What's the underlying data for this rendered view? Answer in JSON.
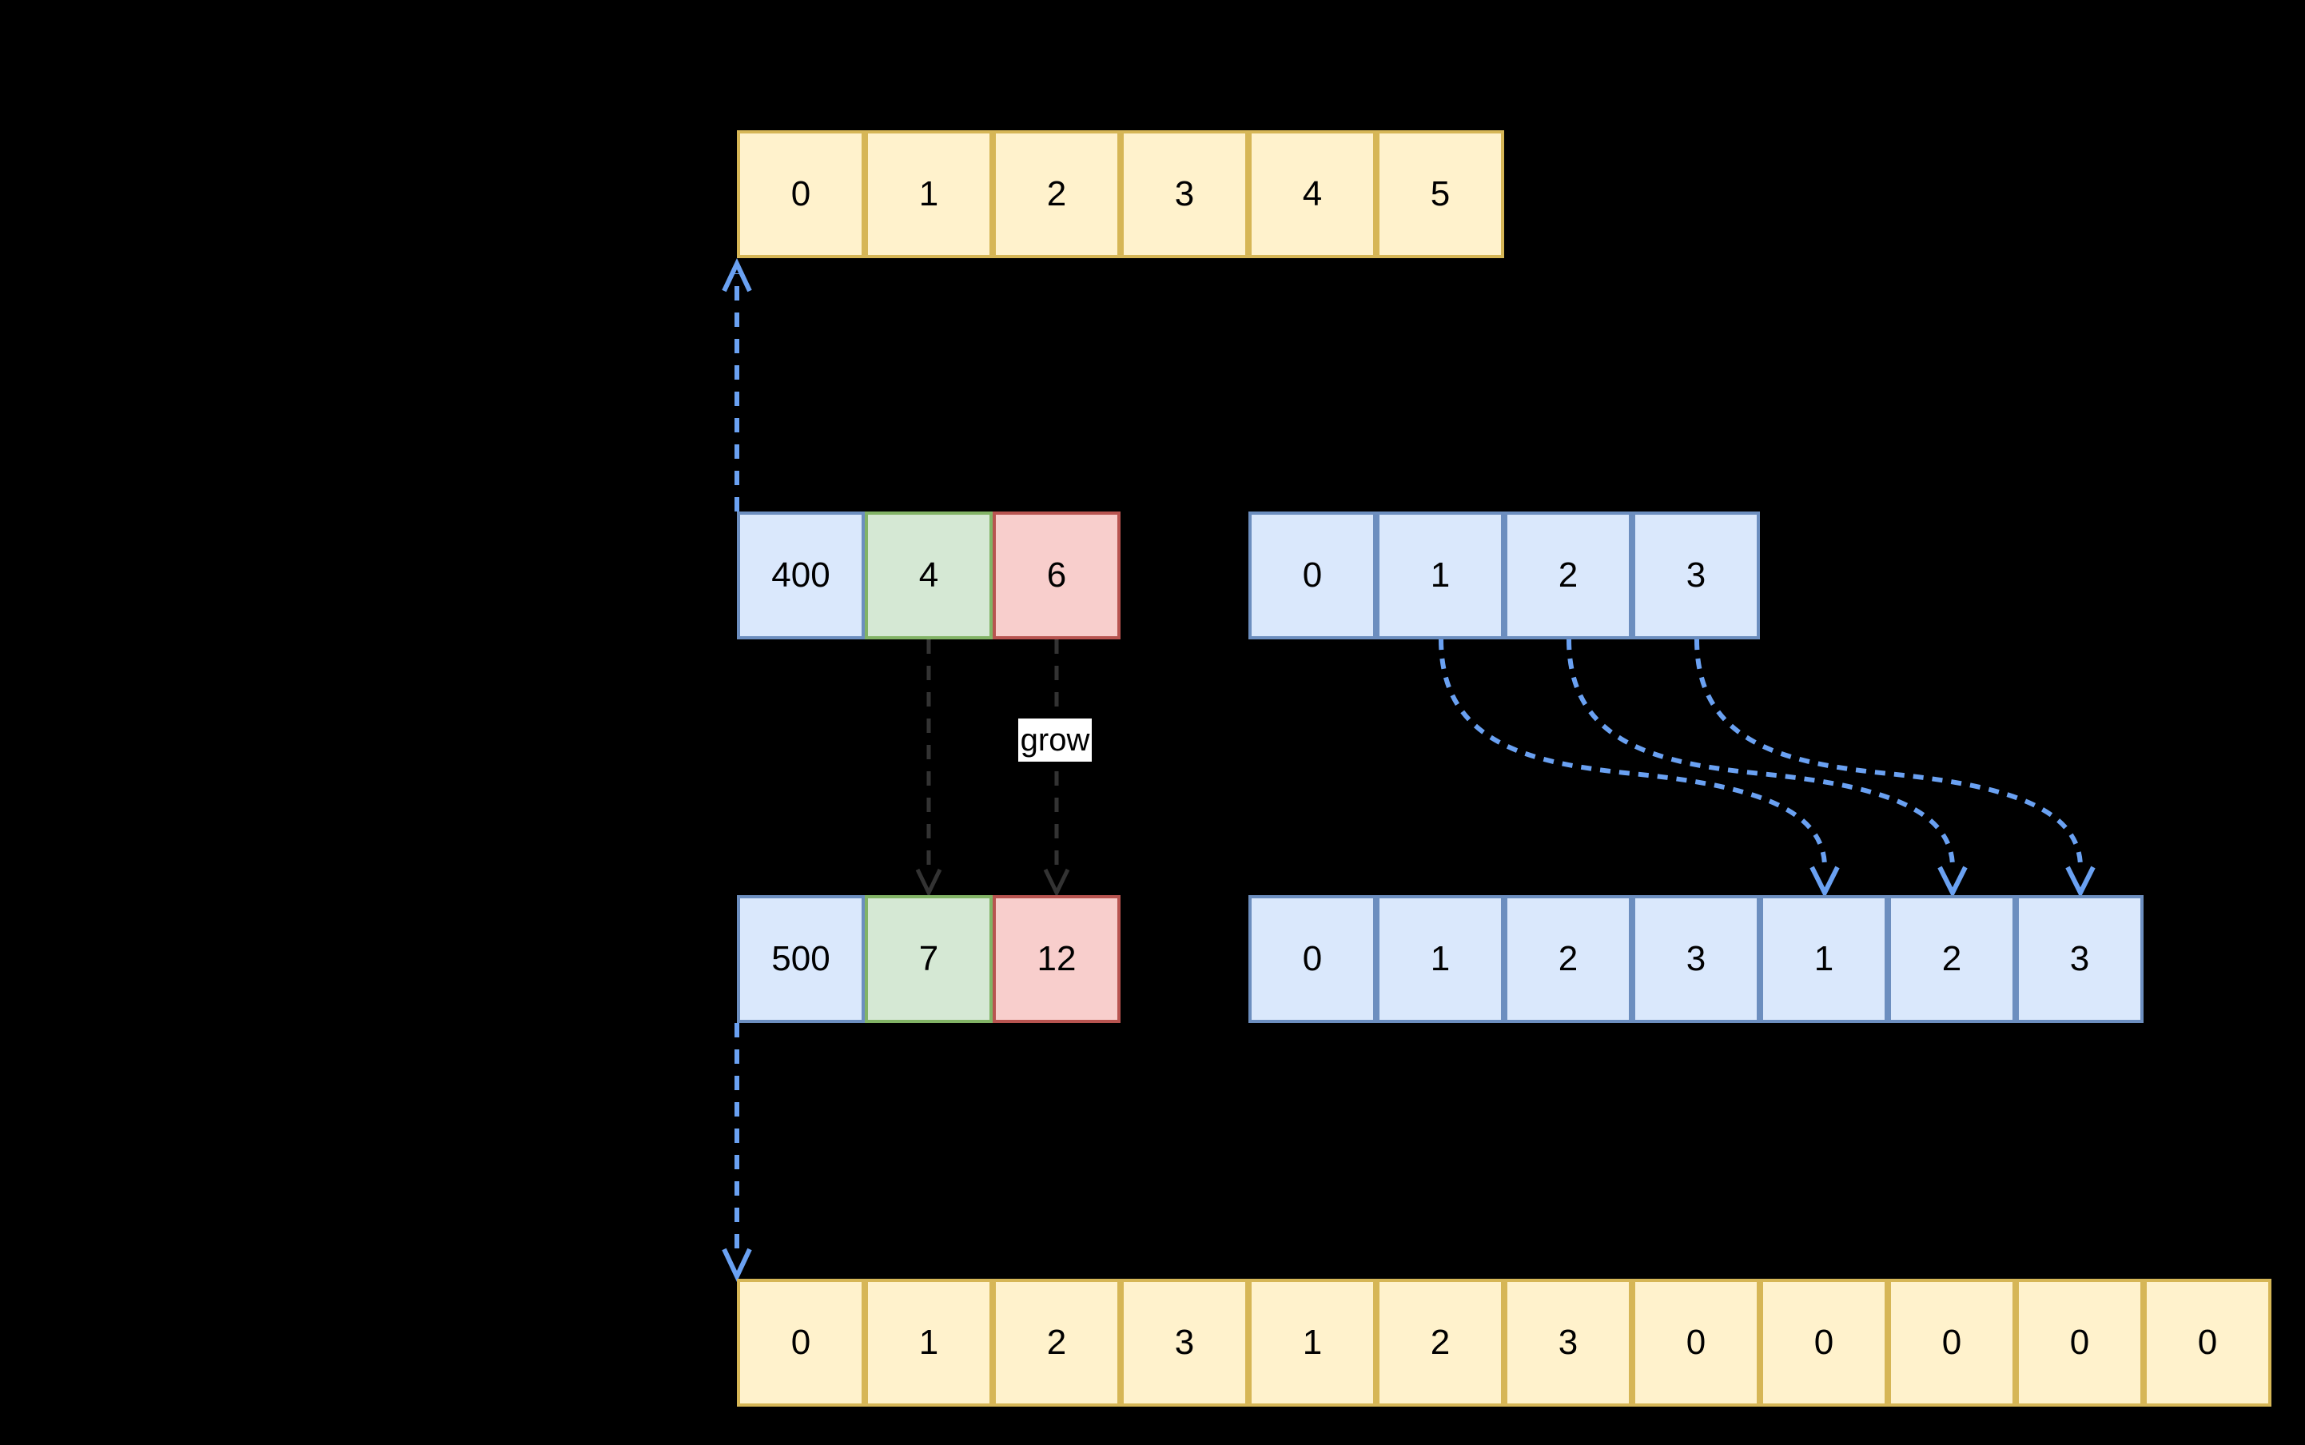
{
  "colors": {
    "background": "#000000",
    "text": "#000000",
    "yellow-fill": "#FFF2CC",
    "yellow-border": "#D6B656",
    "blue-fill": "#DAE8FC",
    "blue-border": "#6C8EBF",
    "green-fill": "#D5E8D4",
    "green-border": "#82B366",
    "red-fill": "#F8CECC",
    "red-border": "#B85450",
    "arrow-blue": "#6AA1F2",
    "arrow-dark": "#333333",
    "label-bg": "#FFFFFF"
  },
  "labels": {
    "grow": "grow"
  },
  "old_array": {
    "cells": [
      "0",
      "1",
      "2",
      "3",
      "4",
      "5"
    ]
  },
  "old_slice_header": {
    "cells": [
      {
        "value": "400",
        "style": "blue"
      },
      {
        "value": "4",
        "style": "green"
      },
      {
        "value": "6",
        "style": "red"
      }
    ]
  },
  "old_slice_view": {
    "cells": [
      "0",
      "1",
      "2",
      "3"
    ]
  },
  "new_slice_header": {
    "cells": [
      {
        "value": "500",
        "style": "blue"
      },
      {
        "value": "7",
        "style": "green"
      },
      {
        "value": "12",
        "style": "red"
      }
    ]
  },
  "new_slice_view": {
    "cells": [
      "0",
      "1",
      "2",
      "3",
      "1",
      "2",
      "3"
    ]
  },
  "new_array": {
    "cells": [
      "0",
      "1",
      "2",
      "3",
      "1",
      "2",
      "3",
      "0",
      "0",
      "0",
      "0",
      "0"
    ]
  }
}
